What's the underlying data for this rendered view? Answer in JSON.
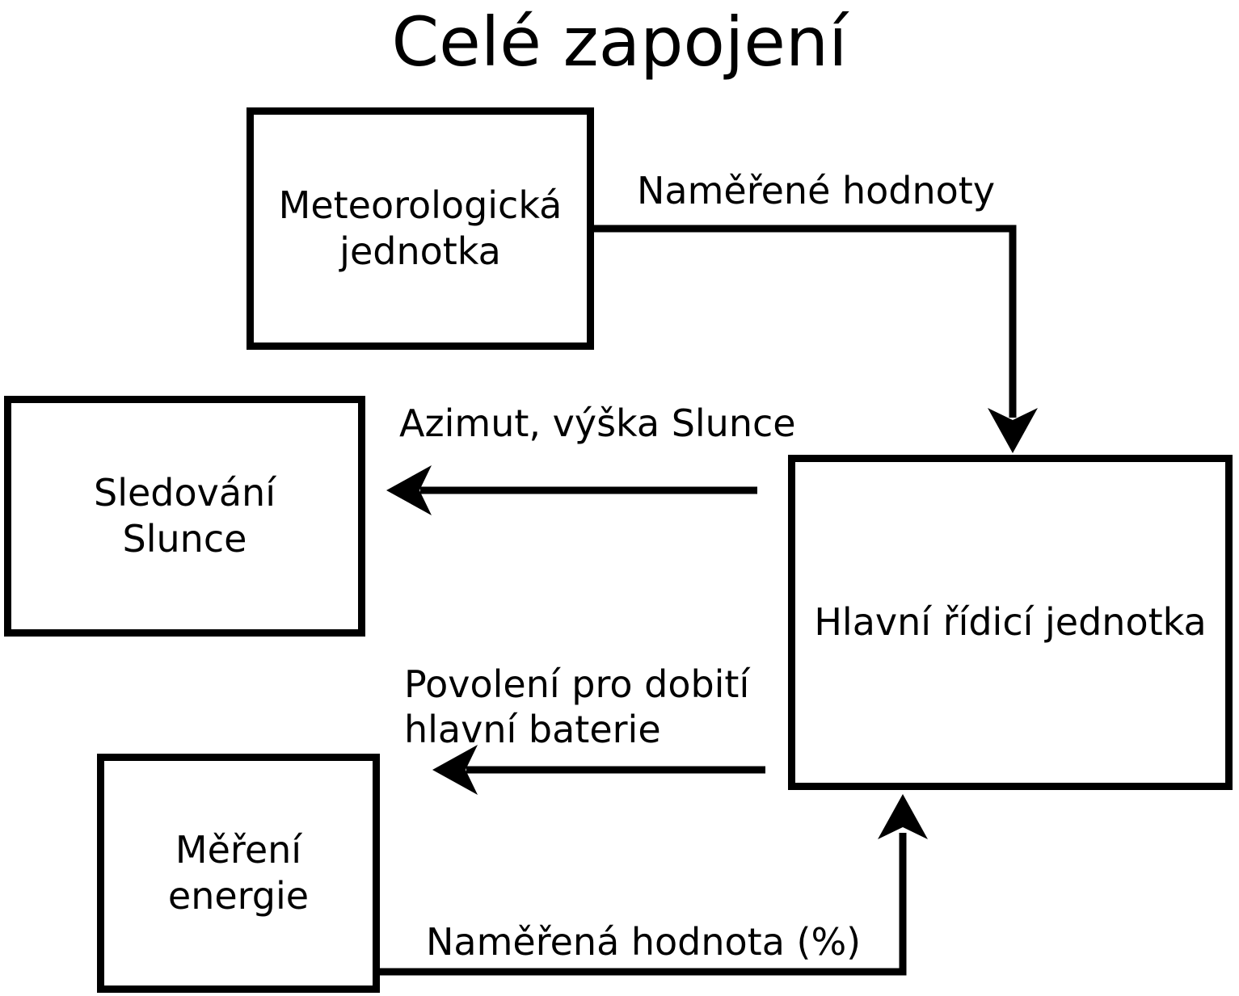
{
  "title": "Celé zapojení",
  "nodes": {
    "meteo": {
      "label": "Meteorologická\njednotka"
    },
    "sun_tracking": {
      "label": "Sledování\nSlunce"
    },
    "energy": {
      "label": "Měření\nenergie"
    },
    "main_unit": {
      "label": "Hlavní řídicí jednotka"
    }
  },
  "edges": {
    "meteo_to_main": {
      "label": "Naměřené hodnoty",
      "from": "Meteorologická jednotka",
      "to": "Hlavní řídicí jednotka"
    },
    "main_to_sun": {
      "label": "Azimut, výška Slunce",
      "from": "Hlavní řídicí jednotka",
      "to": "Sledování Slunce"
    },
    "main_to_battery": {
      "label": "Povolení pro dobití\nhlavní baterie",
      "from": "Hlavní řídicí jednotka",
      "to": ""
    },
    "energy_to_main": {
      "label": "Naměřená hodnota (%)",
      "from": "Měření energie",
      "to": "Hlavní řídicí jednotka"
    }
  },
  "colors": {
    "line": "#000000",
    "text": "#000000",
    "background": "#ffffff"
  }
}
